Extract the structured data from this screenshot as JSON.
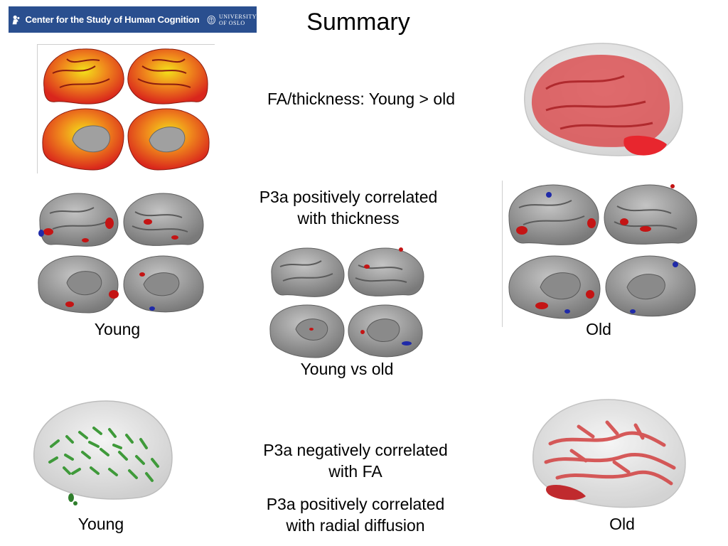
{
  "logo": {
    "center_name": "Center for the Study of Human Cognition",
    "university_line1": "UNIVERSITY",
    "university_line2": "OF OSLO"
  },
  "slide": {
    "title": "Summary",
    "fa_thickness": "FA/thickness: Young > old",
    "p3a_thickness_line1": "P3a positively correlated",
    "p3a_thickness_line2": "with thickness",
    "label_young_mid": "Young",
    "label_old_mid": "Old",
    "label_young_vs_old": "Young vs old",
    "p3a_fa_line1": "P3a negatively correlated",
    "p3a_fa_line2": "with FA",
    "p3a_rd_line1": "P3a positively correlated",
    "p3a_rd_line2": "with radial diffusion",
    "label_young_bottom": "Young",
    "label_old_bottom": "Old"
  },
  "colors": {
    "logo_bg": "#2a4f8f",
    "cortex_gray": "#9a9a9a",
    "hot_red": "#d9261c",
    "hot_yellow": "#f2e21a",
    "spot_red": "#c41414",
    "spot_blue": "#1f2aa8",
    "tract_green": "#3f9a3a",
    "tract_red": "#d24040",
    "glass": "#e6e6e6"
  }
}
